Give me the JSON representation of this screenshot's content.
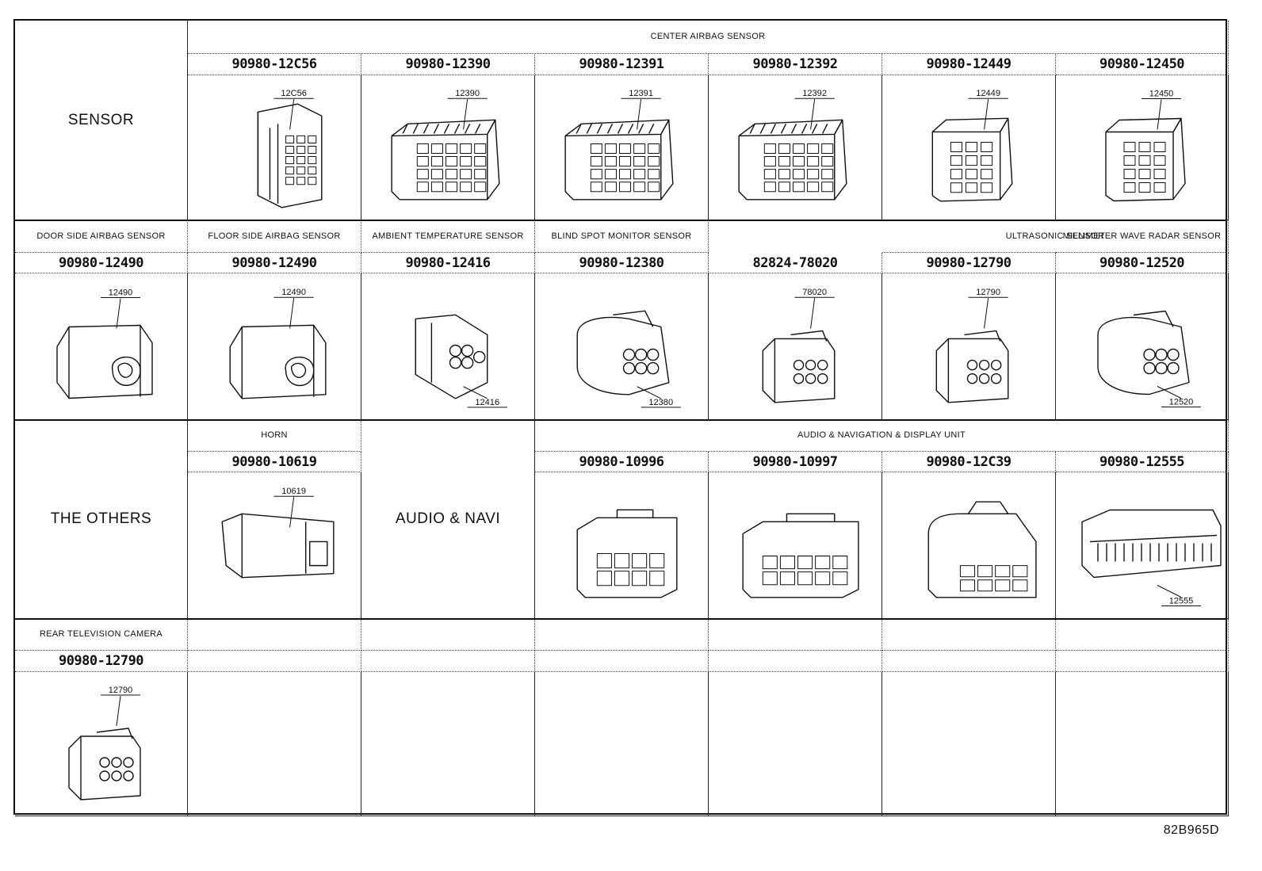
{
  "rows": {
    "row1": {
      "group_label": "SENSOR",
      "category": "CENTER AIRBAG SENSOR",
      "parts": [
        {
          "part_no": "90980-12C56",
          "callout": "12C56",
          "shape": "tall-multi"
        },
        {
          "part_no": "90980-12390",
          "callout": "12390",
          "shape": "block-wide"
        },
        {
          "part_no": "90980-12391",
          "callout": "12391",
          "shape": "block-wide"
        },
        {
          "part_no": "90980-12392",
          "callout": "12392",
          "shape": "block-wide"
        },
        {
          "part_no": "90980-12449",
          "callout": "12449",
          "shape": "block-narrow"
        },
        {
          "part_no": "90980-12450",
          "callout": "12450",
          "shape": "block-narrow"
        }
      ]
    },
    "row2": {
      "parts": [
        {
          "category": "DOOR SIDE AIRBAG SENSOR",
          "part_no": "90980-12490",
          "callout": "12490",
          "shape": "airbag"
        },
        {
          "category": "FLOOR SIDE AIRBAG SENSOR",
          "part_no": "90980-12490",
          "callout": "12490",
          "shape": "airbag"
        },
        {
          "category": "AMBIENT TEMPERATURE SENSOR",
          "part_no": "90980-12416",
          "callout": "12416",
          "shape": "round-pins"
        },
        {
          "category": "BLIND SPOT MONITOR SENSOR",
          "part_no": "90980-12380",
          "callout": "12380",
          "shape": "round-housing"
        },
        {
          "category": "ULTRASONIC SENSOR",
          "part_no": "82824-78020",
          "callout": "78020",
          "shape": "small-square"
        },
        {
          "category": "",
          "part_no": "90980-12790",
          "callout": "12790",
          "shape": "small-square"
        },
        {
          "category": "MILLIMETER WAVE RADAR SENSOR",
          "part_no": "90980-12520",
          "callout": "12520",
          "shape": "round-housing"
        }
      ]
    },
    "row3": {
      "group_label": "THE OTHERS",
      "horn": {
        "category": "HORN",
        "part_no": "90980-10619",
        "callout": "10619"
      },
      "audio_label": "AUDIO & NAVI",
      "audio_category": "AUDIO & NAVIGATION & DISPLAY UNIT",
      "audio_parts": [
        {
          "part_no": "90980-10996",
          "shape": "dual-row"
        },
        {
          "part_no": "90980-10997",
          "shape": "dual-row-wide"
        },
        {
          "part_no": "90980-12C39",
          "shape": "latch"
        },
        {
          "part_no": "90980-12555",
          "callout": "12555",
          "shape": "long-multi"
        }
      ]
    },
    "row4": {
      "category": "REAR TELEVISION CAMERA",
      "part_no": "90980-12790",
      "callout": "12790"
    }
  },
  "figure_code": "82B965D"
}
